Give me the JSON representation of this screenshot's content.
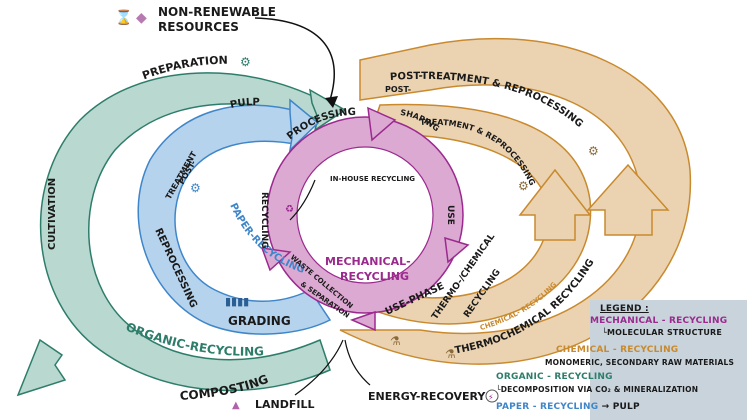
{
  "title": {
    "line1": "NON-RENEWABLE",
    "line2": "RESOURCES",
    "icons": [
      "crossed-hourglass-icon",
      "crossed-mineral-icon"
    ]
  },
  "colors": {
    "organic": "#2e7d6b",
    "organic_fill": "#b9d8cf",
    "paper": "#3f86c9",
    "paper_fill": "#b6d3ee",
    "mechanical": "#9b2a8e",
    "mechanical_fill": "#dca9d3",
    "chemical": "#c98a2e",
    "chemical_fill": "#ebd3b2",
    "legend_bg": "#c8d3dc",
    "text": "#1a1a1a"
  },
  "green_cycle": {
    "preparation": "PREPARATION",
    "cultivation": "CULTIVATION",
    "composting": "COMPOSTING",
    "organic_recycling": "ORGANIC-RECYCLING"
  },
  "blue_cycle": {
    "pulp": "PULP",
    "post_treatment_1": "POST-",
    "post_treatment_2": "TREATMENT",
    "reprocessing": "REPROCESSING",
    "grading": "GRADING",
    "paper_recycling": "PAPER-RECYCLING"
  },
  "purple_cycle": {
    "processing": "PROCESSING",
    "shaping": "SHAPING",
    "use": "USE",
    "use_phase": "USE-PHASE",
    "waste_1": "WASTE COLLECTION",
    "waste_2": "& SEPARATION",
    "recycling": "RECYCLING",
    "in_house": "IN-HOUSE RECYCLING",
    "mechanical_1": "MECHANICAL-",
    "mechanical_2": "RECYCLING"
  },
  "orange_cycle": {
    "outer_post": "POST-TREATMENT & REPROCESSING",
    "inner_post_1": "POST-",
    "inner_post_2": "TREATMENT & REPROCESSING",
    "thermo_chem_1": "THERMO-/CHEMICAL",
    "thermo_chem_2": "RECYCLING",
    "chemical_recycling": "CHEMICAL- RECYCLING",
    "thermochemical": "THERMOCHEMICAL RECYCLING"
  },
  "outputs": {
    "landfill": "LANDFILL",
    "energy_recovery": "ENERGY-RECOVERY"
  },
  "legend": {
    "title": "LEGEND :",
    "mechanical": "MECHANICAL - RECYCLING",
    "mechanical_sub": "└MOLECULAR STRUCTURE",
    "chemical": "CHEMICAL - RECYCLING",
    "chemical_sub": "MONOMERIC, SECONDARY RAW MATERIALS",
    "organic": "ORGANIC - RECYCLING",
    "organic_sub": "└DECOMPOSITION VIA CO₂ & MINERALIZATION",
    "paper": "PAPER - RECYCLING",
    "paper_sub": "→ PULP"
  }
}
